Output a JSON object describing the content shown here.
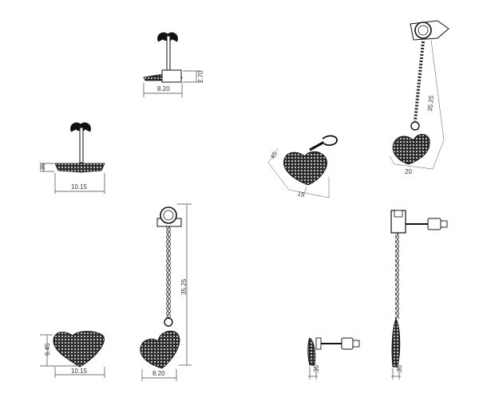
{
  "dimensions": {
    "top_stud_width": "8.20",
    "top_stud_height": "2.70",
    "mid_stud_height": ".35",
    "mid_stud_width": "10.15",
    "heart_height": "6.45",
    "heart_width": "10.15",
    "drop_length": "35.25",
    "drop_heart_width": "8.20",
    "persp_drop_length": "35.25",
    "persp_drop_width": "20",
    "persp_heart_a": "45",
    "persp_heart_b": "15",
    "side_stud_thickness": ".35",
    "side_drop_thickness": ".35"
  },
  "colors": {
    "line": "#444444",
    "ink": "#111111",
    "background": "#ffffff"
  }
}
